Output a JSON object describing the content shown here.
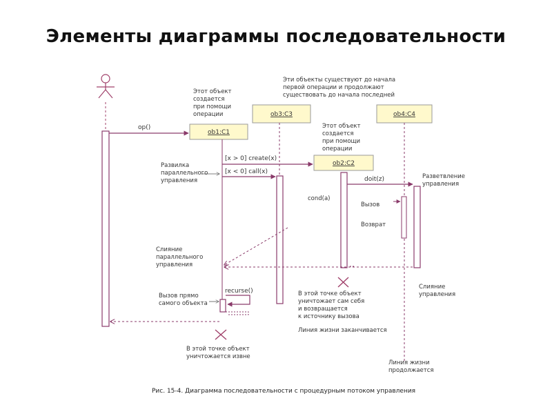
{
  "slide": {
    "title": "Элементы диаграммы последовательности"
  },
  "diagram": {
    "objects": {
      "obj1": "ob1:C1",
      "obj2": "ob2:C2",
      "obj3": "ob3:C3",
      "obj4": "ob4:C4"
    },
    "messages": {
      "op": "op()",
      "create": "[x > 0] create(x)",
      "call": "[x < 0] call(x)",
      "recurse": "recurse()",
      "doit": "doit(z)"
    },
    "notes": {
      "exist_before": [
        "Эти объекты существуют до начала",
        "первой операции и продолжают",
        "существовать до начала последней"
      ],
      "created_by_op": [
        "Этот объект",
        "создается",
        "при помощи",
        "операции"
      ],
      "created_by_op2": [
        "Этот объект",
        "создается",
        "при помощи",
        "операции"
      ],
      "branch": [
        "Развилка",
        "параллельного",
        "управления"
      ],
      "merge": [
        "Слияние",
        "параллельного",
        "управления"
      ],
      "self_call": [
        "Вызов прямо",
        "самого объекта"
      ],
      "destroy_self": [
        "В этой точке объект",
        "уничтожает сам себя",
        "и возвращается",
        "к источнику вызова"
      ],
      "destroyed": [
        "В этой точке объект",
        "уничтожается извне"
      ],
      "lifeline_ends": "Линия жизни заканчивается",
      "lifeline_continues": [
        "Линия жизни",
        "продолжается"
      ],
      "split_flow": [
        "Разветвление",
        "управления"
      ],
      "merge_flow": [
        "Слияние",
        "управления"
      ],
      "cond": "cond(a)",
      "call_word": "Вызов",
      "return_word": "Возврат"
    },
    "caption": "Рис. 15-4. Диаграмма последовательности с процедурным потоком управления"
  }
}
